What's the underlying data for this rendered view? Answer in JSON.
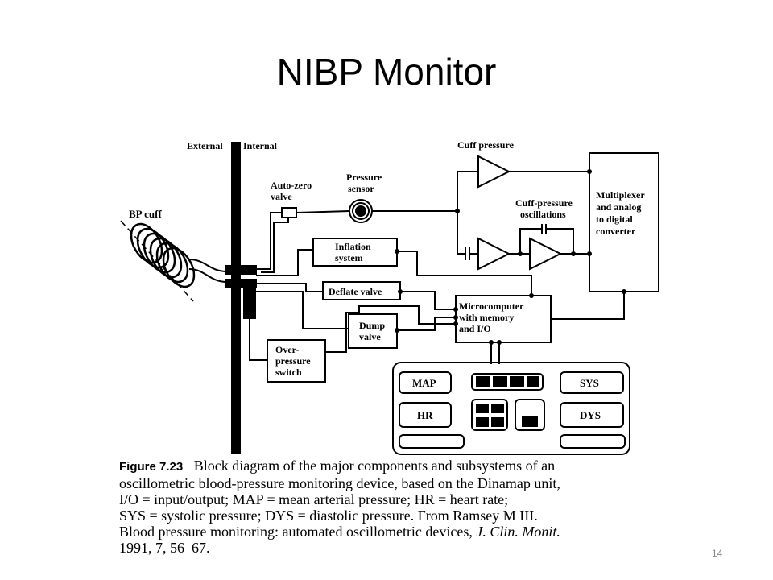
{
  "slide": {
    "title": "NIBP Monitor",
    "page_number": "14"
  },
  "diagram": {
    "labels": {
      "external": "External",
      "internal": "Internal",
      "bp_cuff": "BP cuff",
      "auto_zero_1": "Auto-zero",
      "auto_zero_2": "valve",
      "pressure_sensor_1": "Pressure",
      "pressure_sensor_2": "sensor",
      "cuff_pressure": "Cuff pressure",
      "cuff_osc_1": "Cuff-pressure",
      "cuff_osc_2": "oscillations",
      "mux_1": "Multiplexer",
      "mux_2": "and analog",
      "mux_3": "to digital",
      "mux_4": "converter",
      "inflation_1": "Inflation",
      "inflation_2": "system",
      "deflate": "Deflate valve",
      "dump_1": "Dump",
      "dump_2": "valve",
      "micro_1": "Microcomputer",
      "micro_2": "with memory",
      "micro_3": "and I/O",
      "overpressure_1": "Over-",
      "overpressure_2": "pressure",
      "overpressure_3": "switch",
      "map": "MAP",
      "sys": "SYS",
      "hr": "HR",
      "dys": "DYS"
    }
  },
  "caption": {
    "label": "Figure 7.23",
    "lines": [
      "Block diagram of the major components and subsystems of an",
      "oscillometric blood-pressure monitoring device, based on the Dinamap unit,",
      "I/O = input/output; MAP = mean arterial pressure; HR = heart rate;",
      "SYS = systolic pressure; DYS = diastolic pressure. From Ramsey M III.",
      "Blood pressure monitoring: automated oscillometric devices,",
      "J. Clin. Monit.",
      "1991, 7, 56–67."
    ]
  }
}
